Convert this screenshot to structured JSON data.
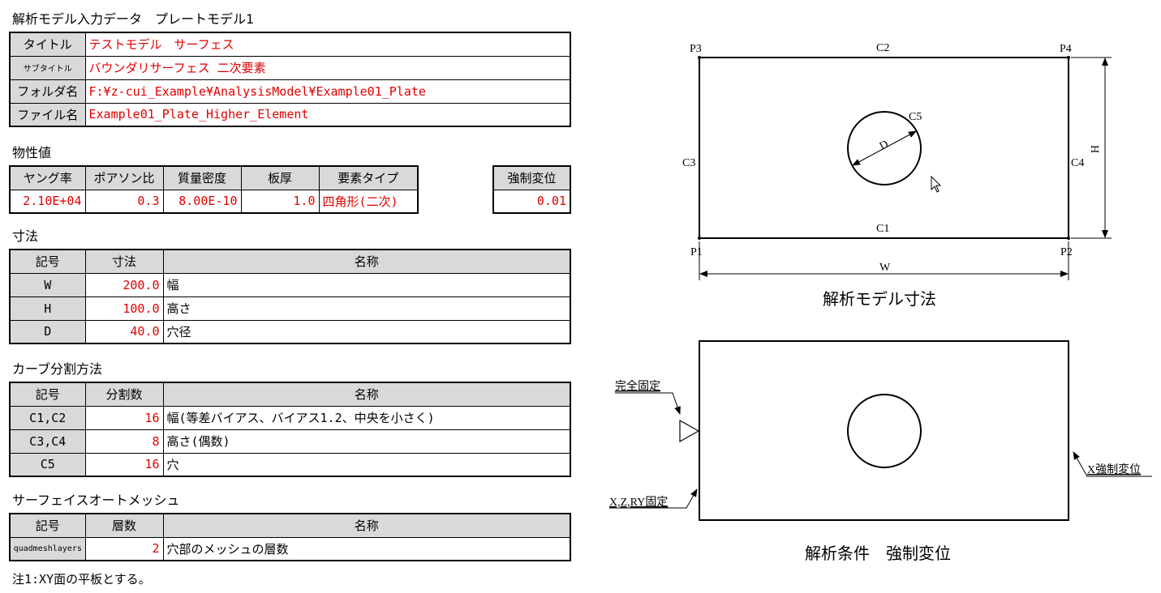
{
  "header_title": "解析モデル入力データ　プレートモデル1",
  "info": {
    "rows": [
      {
        "label": "タイトル",
        "value": "テストモデル　サーフェス"
      },
      {
        "label": "サブタイトル",
        "value": "バウンダリサーフェス 二次要素"
      },
      {
        "label": "フォルダ名",
        "value": "F:¥z-cui_Example¥AnalysisModel¥Example01_Plate"
      },
      {
        "label": "ファイル名",
        "value": "Example01_Plate_Higher_Element"
      }
    ]
  },
  "props": {
    "section": "物性値",
    "headers": [
      "ヤング率",
      "ポアソン比",
      "質量密度",
      "板厚",
      "要素タイプ"
    ],
    "values": [
      "2.10E+04",
      "0.3",
      "8.00E-10",
      "1.0",
      "四角形(二次)"
    ],
    "forced_header": "強制変位",
    "forced_value": "0.01"
  },
  "dims": {
    "section": "寸法",
    "headers": [
      "記号",
      "寸法",
      "名称"
    ],
    "rows": [
      {
        "sym": "W",
        "val": "200.0",
        "name": "幅"
      },
      {
        "sym": "H",
        "val": "100.0",
        "name": "高さ"
      },
      {
        "sym": "D",
        "val": "40.0",
        "name": "穴径"
      }
    ]
  },
  "curves": {
    "section": "カーブ分割方法",
    "headers": [
      "記号",
      "分割数",
      "名称"
    ],
    "rows": [
      {
        "sym": "C1,C2",
        "val": "16",
        "name": "幅(等差バイアス、バイアス1.2、中央を小さく)"
      },
      {
        "sym": "C3,C4",
        "val": "8",
        "name": "高さ(偶数)"
      },
      {
        "sym": "C5",
        "val": "16",
        "name": "穴"
      }
    ]
  },
  "mesh": {
    "section": "サーフェイスオートメッシュ",
    "headers": [
      "記号",
      "層数",
      "名称"
    ],
    "rows": [
      {
        "sym": "quadmeshlayers",
        "val": "2",
        "name": "穴部のメッシュの層数"
      }
    ]
  },
  "note": "注1:XY面の平板とする。",
  "diagram1": {
    "caption": "解析モデル寸法",
    "points": [
      "P1",
      "P2",
      "P3",
      "P4"
    ],
    "curves": [
      "C1",
      "C2",
      "C3",
      "C4",
      "C5"
    ],
    "dims": [
      "W",
      "H",
      "D"
    ]
  },
  "diagram2": {
    "caption": "解析条件　強制変位",
    "fixed_label": "完全固定",
    "xz_label": "X,Z,RY固定",
    "forced_label": "X強制変位"
  },
  "colors": {
    "accent": "#e00000",
    "header_bg": "#d9d9d9"
  }
}
